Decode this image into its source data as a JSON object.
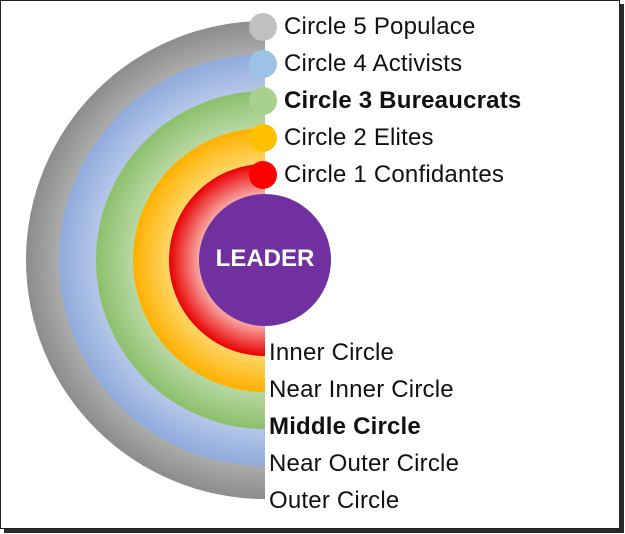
{
  "center": {
    "label": "LEADER",
    "color": "#7030A0"
  },
  "legend": [
    {
      "label": "Circle 5 Populace",
      "color": "#C0C0C0",
      "bold": false
    },
    {
      "label": "Circle 4 Activists",
      "color": "#9DC3E6",
      "bold": false
    },
    {
      "label": "Circle 3 Bureaucrats",
      "color": "#A9D18E",
      "bold": true
    },
    {
      "label": "Circle 2 Elites",
      "color": "#FFC000",
      "bold": false
    },
    {
      "label": "Circle 1 Confidantes",
      "color": "#FF0000",
      "bold": false
    }
  ],
  "ring_names": [
    {
      "label": "Inner Circle",
      "bold": false
    },
    {
      "label": "Near Inner Circle",
      "bold": false
    },
    {
      "label": "Middle Circle",
      "bold": true
    },
    {
      "label": "Near Outer Circle",
      "bold": false
    },
    {
      "label": "Outer Circle",
      "bold": false
    }
  ],
  "rings": [
    {
      "name": "Circle 5 Populace",
      "fill_edge": "#8C8C8C",
      "fill_inner": "#F2F2F2"
    },
    {
      "name": "Circle 4 Activists",
      "fill_edge": "#8FAADC",
      "fill_inner": "#EEF3FB"
    },
    {
      "name": "Circle 3 Bureaucrats",
      "fill_edge": "#8CBF6C",
      "fill_inner": "#E6F2DC"
    },
    {
      "name": "Circle 2 Elites",
      "fill_edge": "#FFB000",
      "fill_inner": "#FFEFA8"
    },
    {
      "name": "Circle 1 Confidantes",
      "fill_edge": "#E80000",
      "fill_inner": "#FFF1EC"
    }
  ]
}
